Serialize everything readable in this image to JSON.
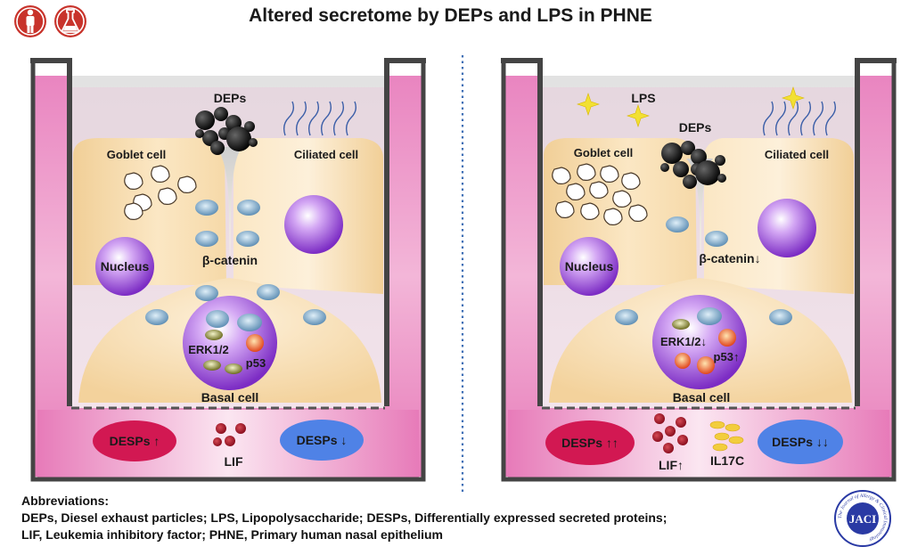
{
  "title": "Altered secretome by DEPs and LPS in PHNE",
  "icons": [
    "human-icon",
    "flask-icon"
  ],
  "left_panel": {
    "deps": "DEPs",
    "goblet": "Goblet cell",
    "ciliated": "Ciliated cell",
    "nucleus": "Nucleus",
    "beta_catenin": "β-catenin",
    "erk": "ERK1/2",
    "p53": "p53",
    "basal": "Basal cell",
    "desps_up": "DESPs ↑",
    "lif": "LIF",
    "desps_down": "DESPs ↓"
  },
  "right_panel": {
    "lps": "LPS",
    "deps": "DEPs",
    "goblet": "Goblet cell",
    "ciliated": "Ciliated cell",
    "nucleus": "Nucleus",
    "beta_catenin": "β-catenin↓",
    "erk": "ERK1/2↓",
    "p53": "p53↑",
    "basal": "Basal cell",
    "desps_up": "DESPs ↑↑",
    "lif": "LIF↑",
    "il17c": "IL17C",
    "desps_down": "DESPs ↓↓"
  },
  "abbreviations": {
    "heading": "Abbreviations:",
    "line1": "DEPs, Diesel exhaust particles; LPS, Lipopolysaccharide; DESPs, Differentially expressed secreted proteins;",
    "line2": "LIF, Leukemia inhibitory factor; PHNE, Primary human nasal epithelium"
  },
  "journal_logo": {
    "text": "JACI",
    "ring_text": "The Journal of Allergy & Clinical Immunology"
  },
  "colors": {
    "well_pink": "#e77bb9",
    "cell_tan": "#f6d9a8",
    "nucleus_purple": "#9b47d6",
    "desps_up": "#d21852",
    "desps_down": "#4f82e6",
    "lif_red": "#a8162a",
    "il17c_yellow": "#f2cd3d",
    "brand_red": "#c8332b",
    "jaci_blue": "#2a3aa4"
  }
}
